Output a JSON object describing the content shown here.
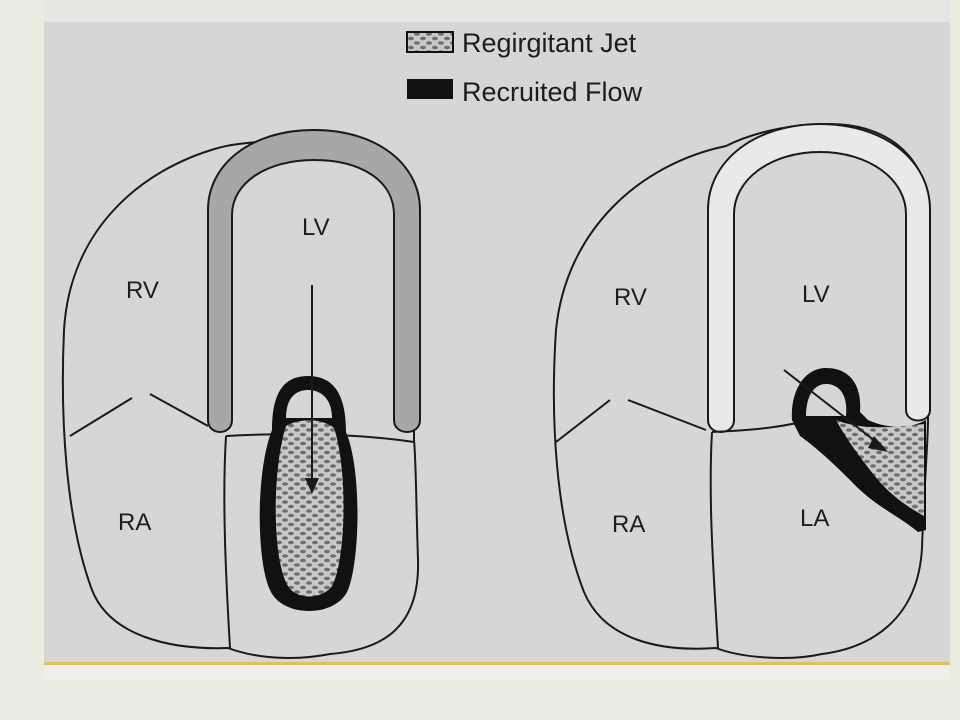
{
  "legend": {
    "regurgitant_jet": "Regirgitant Jet",
    "recruited_flow": "Recruited Flow"
  },
  "left_heart": {
    "rv": "RV",
    "lv": "LV",
    "ra": "RA"
  },
  "right_heart": {
    "rv": "RV",
    "lv": "LV",
    "ra": "RA",
    "la": "LA"
  },
  "colors": {
    "regurgitant_jet": "#8f908e",
    "recruited_flow": "#111111",
    "septum_band": "#a7a8a6",
    "background": "#d6d7d5"
  }
}
